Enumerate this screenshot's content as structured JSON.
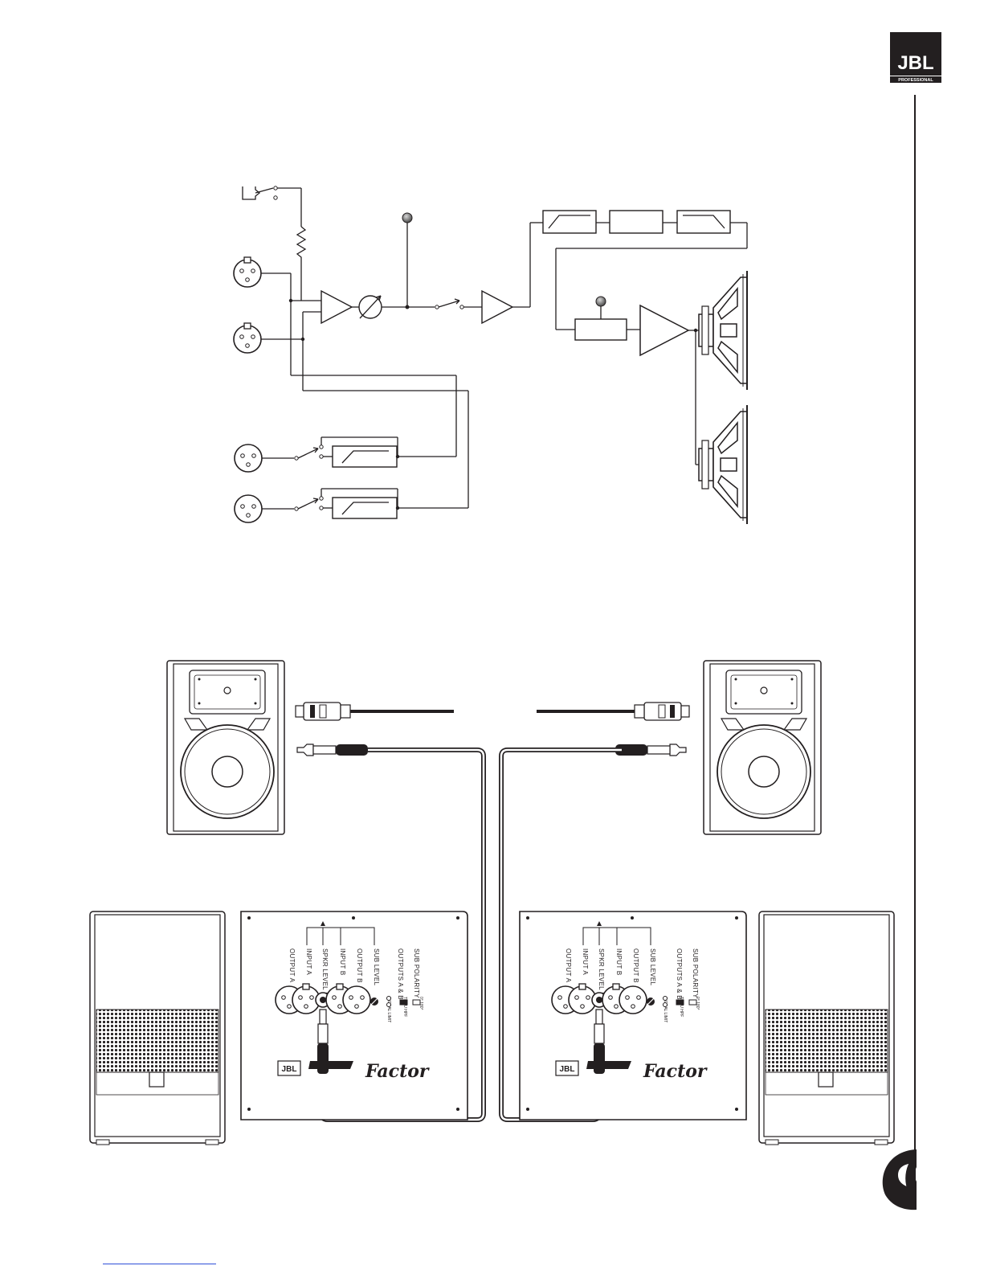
{
  "header": {
    "logo_text": "JBL",
    "logo_subtext": "PROFESSIONAL"
  },
  "panels": {
    "left": {
      "labels": [
        "OUTPUT A",
        "INPUT A",
        "SPKR LEVEL IN",
        "INPUT B",
        "OUTPUT B",
        "SUB LEVEL",
        "OUTPUTS A & B",
        "SUB POLARITY"
      ],
      "small_labels": [
        "SIGNAL LIMIT",
        "THRU HPF",
        "0° 180°"
      ],
      "brand_logo": "JBL",
      "brand_name": "Factor"
    },
    "right": {
      "labels": [
        "OUTPUT A",
        "INPUT A",
        "SPKR LEVEL IN",
        "INPUT B",
        "OUTPUT B",
        "SUB LEVEL",
        "OUTPUTS A & B",
        "SUB POLARITY"
      ],
      "small_labels": [
        "SIGNAL LIMIT",
        "THRU HPF",
        "0° 180°"
      ],
      "brand_logo": "JBL",
      "brand_name": "Factor"
    }
  },
  "colors": {
    "ink": "#231f20",
    "knob": "#7a7a7a",
    "link": "#2f4fd8"
  }
}
